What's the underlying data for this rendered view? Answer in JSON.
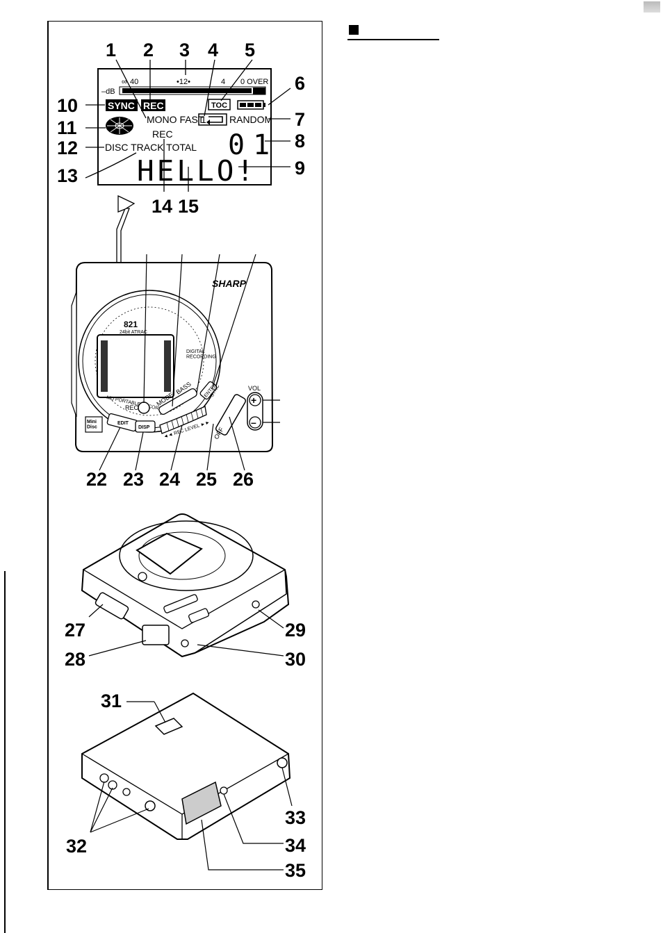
{
  "callouts": [
    "1",
    "2",
    "3",
    "4",
    "5",
    "6",
    "7",
    "8",
    "9",
    "10",
    "11",
    "12",
    "13",
    "14",
    "15",
    "22",
    "23",
    "24",
    "25",
    "26",
    "27",
    "28",
    "29",
    "30",
    "31",
    "32",
    "33",
    "34",
    "35"
  ],
  "lcd": {
    "scale_infinity": "∞",
    "scale_40": "40",
    "scale_12": "•12•",
    "scale_4": "4",
    "scale_0_over": "0 OVER",
    "scale_db": "–dB",
    "sync": "SYNC",
    "rec_badge": "REC",
    "toc": "TOC",
    "mono_fast": "MONO FAST",
    "repeat_one": "1",
    "random": "RANDOM",
    "rec_label": "REC",
    "disc_track_total": "DISC TRACK TOTAL",
    "track_number": "01",
    "char_display": "HELLO!"
  },
  "device": {
    "brand": "SHARP",
    "model": "821",
    "atrac": "24bit ATRAC",
    "digital_recording": "DIGITAL\nRECORDING",
    "md_portable": "MD PORTABLE RECORDER",
    "rec_button": "REC",
    "mode": "MODE",
    "bass": "BASS",
    "enter": "ENTER",
    "sync": "SYNC",
    "vol": "VOL",
    "vol_plus": "+",
    "vol_minus": "–",
    "edit": "EDIT",
    "disp": "DISP",
    "rec_level": "◄◄ REC LEVEL ►►",
    "off": "OFF",
    "minidisc": "Mini\nDisc"
  }
}
